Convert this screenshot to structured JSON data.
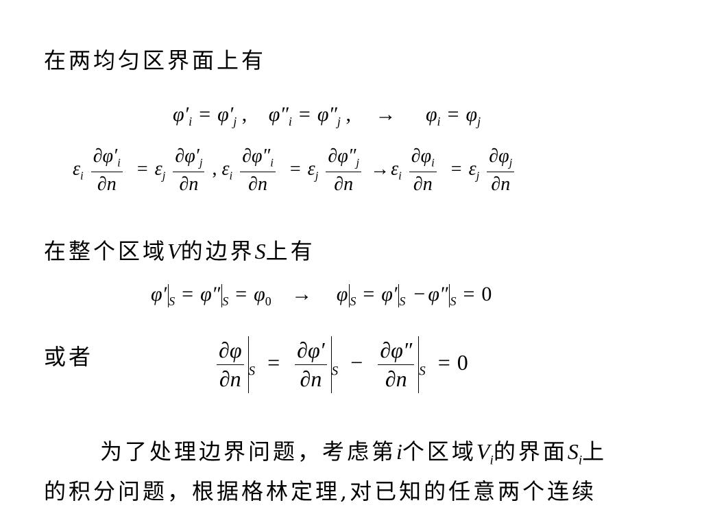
{
  "slide": {
    "heading1": "在两均匀区界面上有",
    "eq1": "φ′ᵢ = φ′ⱼ ,   φ″ᵢ = φ″ⱼ ,   →   φᵢ = φⱼ",
    "eq2": "εᵢ ∂φ′ᵢ/∂n = εⱼ ∂φ′ⱼ/∂n ,  εᵢ ∂φ″ᵢ/∂n = εⱼ ∂φ″ⱼ/∂n → εᵢ ∂φᵢ/∂n = εⱼ ∂φⱼ/∂n",
    "heading2": "在整个区域V的边界S上有",
    "eq3": "φ′|S = φ″|S = φ0  →   φ|S = φ′|S − φ″|S = 0",
    "or_label": "或者",
    "eq4": "∂φ/∂n|S = ∂φ′/∂n|S − ∂φ″/∂n|S = 0",
    "para_line1": "为了处理边界问题，考虑第i个区域Vi的界面Si上",
    "para_line2": "的积分问题，根据格林定理,对已知的任意两个连续"
  }
}
